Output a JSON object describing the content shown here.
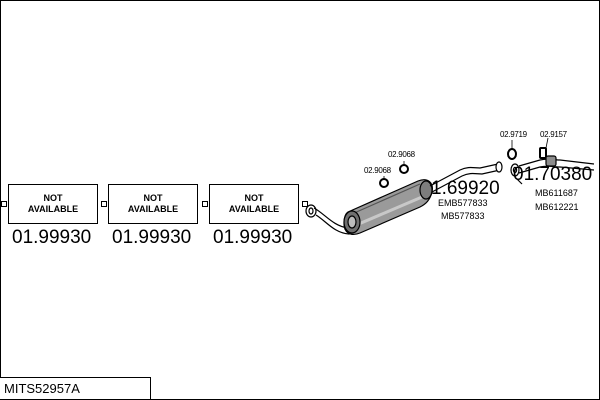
{
  "not_available_boxes": [
    {
      "label": "NOT\nAVAILABLE",
      "part_number": "01.99930"
    },
    {
      "label": "NOT\nAVAILABLE",
      "part_number": "01.99930"
    },
    {
      "label": "NOT\nAVAILABLE",
      "part_number": "01.99930"
    }
  ],
  "center_silencer": {
    "part_number": "1.69920",
    "refs": [
      "EMB577833",
      "MB577833"
    ]
  },
  "rear_silencer": {
    "part_number": "01.70380",
    "refs": [
      "MB611687",
      "MB612221"
    ]
  },
  "hanger_labels": [
    "02.9068",
    "02.9068",
    "02.9719",
    "02.9157"
  ],
  "model_code": "MITS52957A"
}
